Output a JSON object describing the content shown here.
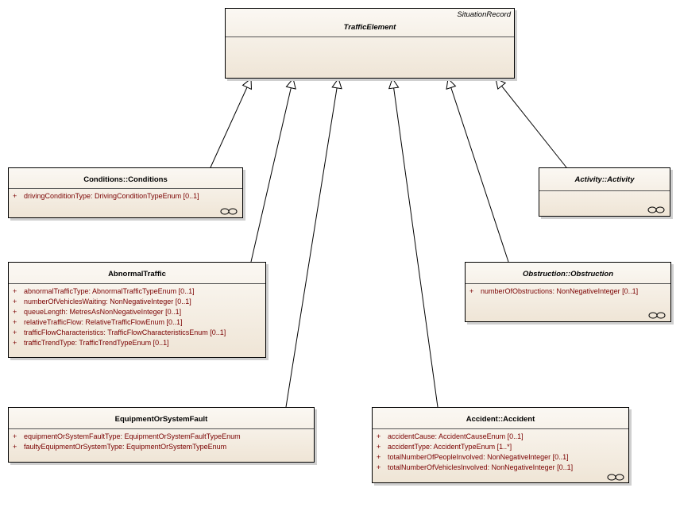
{
  "diagram": {
    "base": {
      "stereotype": "SituationRecord",
      "name": "TrafficElement"
    },
    "classes": {
      "conditions": {
        "name": "Conditions::Conditions",
        "attributes": [
          {
            "vis": "+",
            "text": "drivingConditionType:  DrivingConditionTypeEnum [0..1]"
          }
        ]
      },
      "activity": {
        "name": "Activity::Activity",
        "attributes": []
      },
      "abnormal": {
        "name": "AbnormalTraffic",
        "attributes": [
          {
            "vis": "+",
            "text": "abnormalTrafficType:  AbnormalTrafficTypeEnum [0..1]"
          },
          {
            "vis": "+",
            "text": "numberOfVehiclesWaiting:  NonNegativeInteger [0..1]"
          },
          {
            "vis": "+",
            "text": "queueLength:  MetresAsNonNegativeInteger [0..1]"
          },
          {
            "vis": "+",
            "text": "relativeTrafficFlow:  RelativeTrafficFlowEnum [0..1]"
          },
          {
            "vis": "+",
            "text": "trafficFlowCharacteristics:  TrafficFlowCharacteristicsEnum [0..1]"
          },
          {
            "vis": "+",
            "text": "trafficTrendType:  TrafficTrendTypeEnum [0..1]"
          }
        ]
      },
      "obstruction": {
        "name": "Obstruction::Obstruction",
        "attributes": [
          {
            "vis": "+",
            "text": "numberOfObstructions:  NonNegativeInteger [0..1]"
          }
        ]
      },
      "fault": {
        "name": "EquipmentOrSystemFault",
        "attributes": [
          {
            "vis": "+",
            "text": "equipmentOrSystemFaultType:  EquipmentOrSystemFaultTypeEnum"
          },
          {
            "vis": "+",
            "text": "faultyEquipmentOrSystemType:  EquipmentOrSystemTypeEnum"
          }
        ]
      },
      "accident": {
        "name": "Accident::Accident",
        "attributes": [
          {
            "vis": "+",
            "text": "accidentCause:  AccidentCauseEnum [0..1]"
          },
          {
            "vis": "+",
            "text": "accidentType:  AccidentTypeEnum [1..*]"
          },
          {
            "vis": "+",
            "text": "totalNumberOfPeopleInvolved:  NonNegativeInteger [0..1]"
          },
          {
            "vis": "+",
            "text": "totalNumberOfVehiclesInvolved:  NonNegativeInteger [0..1]"
          }
        ]
      }
    },
    "icons": {
      "link_icon": "chain-link-icon"
    },
    "colors": {
      "attribute_text": "#7a0000",
      "box_fill_top": "#fbf8f3",
      "box_fill_bottom": "#efe5d6"
    }
  }
}
